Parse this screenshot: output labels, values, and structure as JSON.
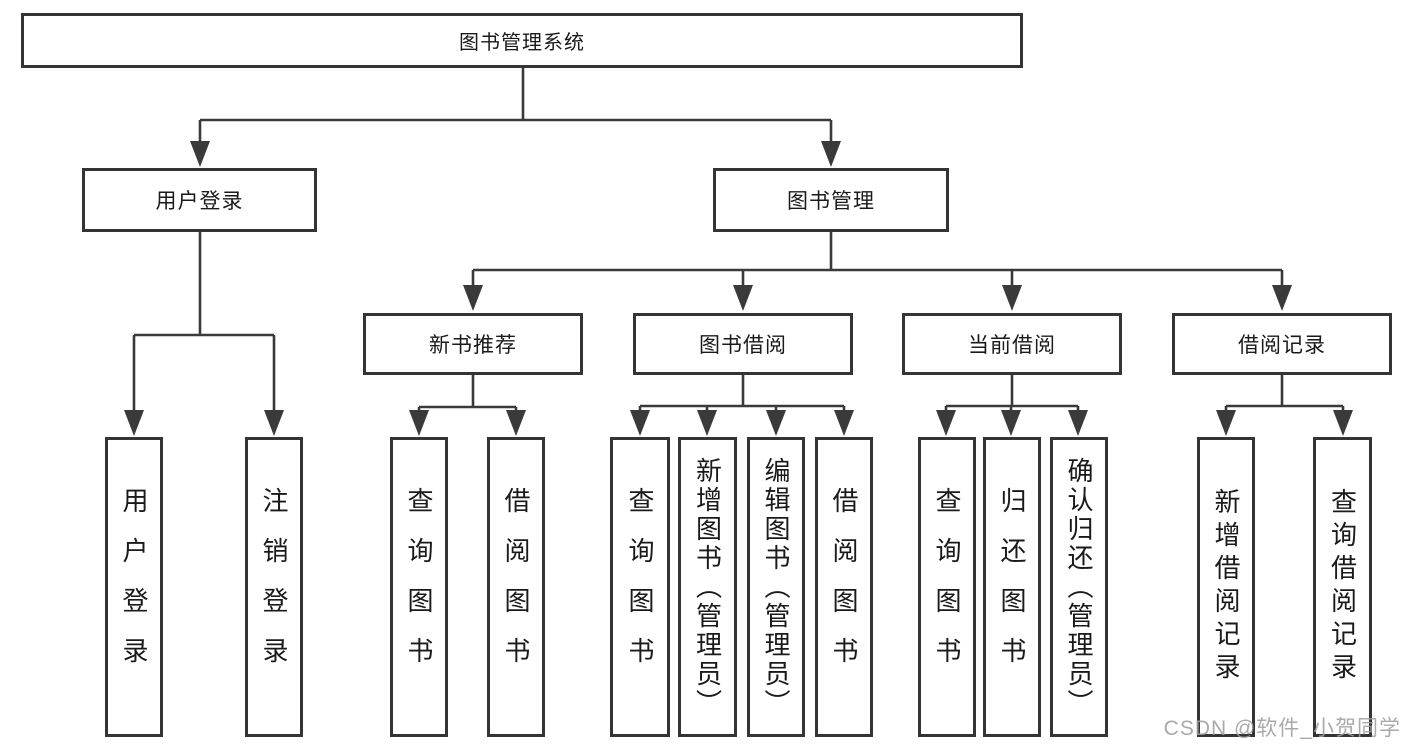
{
  "diagram_title": "图书管理系统",
  "colors": {
    "line": "#3a3a3a",
    "box_border": "#343434",
    "box_fill": "#ffffff",
    "text": "#1a1a1a",
    "watermark": "#9e9e9e"
  },
  "tree": {
    "root": {
      "label": "图书管理系统"
    },
    "branches": [
      {
        "label": "用户登录",
        "children": [
          {
            "label": "用户登录"
          },
          {
            "label": "注销登录"
          }
        ]
      },
      {
        "label": "图书管理",
        "children": [
          {
            "label": "新书推荐",
            "children": [
              {
                "label": "查询图书"
              },
              {
                "label": "借阅图书"
              }
            ]
          },
          {
            "label": "图书借阅",
            "children": [
              {
                "label": "查询图书"
              },
              {
                "label": "新增图书（管理员）"
              },
              {
                "label": "编辑图书（管理员）"
              },
              {
                "label": "借阅图书"
              }
            ]
          },
          {
            "label": "当前借阅",
            "children": [
              {
                "label": "查询图书"
              },
              {
                "label": "归还图书"
              },
              {
                "label": "确认归还（管理员）"
              }
            ]
          },
          {
            "label": "借阅记录",
            "children": [
              {
                "label": "新增借阅记录"
              },
              {
                "label": "查询借阅记录"
              }
            ]
          }
        ]
      }
    ]
  },
  "watermark": {
    "text": "CSDN @软件_小贺同学"
  }
}
